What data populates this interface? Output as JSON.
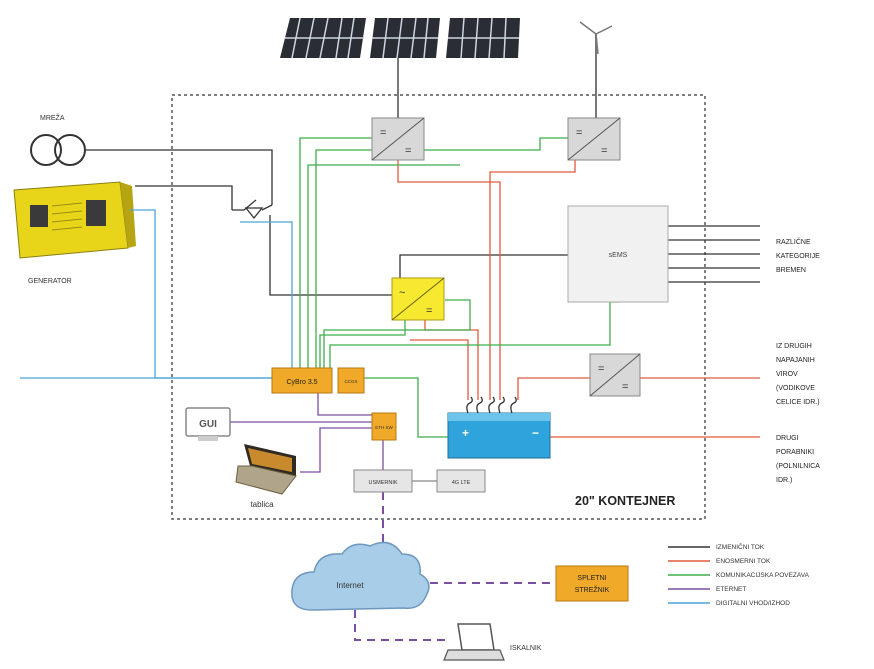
{
  "labels": {
    "mreza": "MREŽA",
    "generator": "GENERATOR",
    "ems": "sEMS",
    "cerbo": "CyBro 3.5",
    "gui": "GUI",
    "tablet": "tablica",
    "router": "USMERNIK",
    "lte": "4G LTE",
    "container": "20\" KONTEJNER",
    "internet": "Internet",
    "web_server": [
      "SPLETNI",
      "STREŽNIK"
    ],
    "user": "ISKALNIK",
    "small_module_1": "CCGX",
    "small_module_2": "ETH SW"
  },
  "right_labels": {
    "loads": [
      "RAZLIČNE",
      "KATEGORIJE",
      "BREMEN"
    ],
    "sources": [
      "IZ DRUGIH",
      "NAPAJANIH",
      "VIROV",
      "(VODIKOVE",
      "CELICE IDR.)"
    ],
    "consumers": [
      "DRUGI",
      "PORABNIKI",
      "(POLNILNICA",
      "IDR.)"
    ]
  },
  "legend": [
    {
      "label": "IZMENIČNI TOK",
      "color": "#333333"
    },
    {
      "label": "ENOSMERNI TOK",
      "color": "#e05a3c"
    },
    {
      "label": "KOMUNIKACIJSKA POVEZAVA",
      "color": "#3fae4a"
    },
    {
      "label": "ETERNET",
      "color": "#7b4fa0"
    },
    {
      "label": "DIGITALNI VHOD/IZHOD",
      "color": "#4aa3d8"
    }
  ],
  "colors": {
    "ac": "#333333",
    "dc": "#e05a3c",
    "comm": "#3fae4a",
    "eth": "#7b4fa0",
    "dio": "#4aa3d8",
    "controller": "#f0a928",
    "inverter": "#f6e92f",
    "battery": "#2fa3dc"
  },
  "icons": [
    "solar-panel-icon",
    "wind-turbine-icon",
    "grid-transformer-icon",
    "generator-icon",
    "laptop-icon",
    "cloud-icon",
    "monitor-icon",
    "battery-icon"
  ]
}
